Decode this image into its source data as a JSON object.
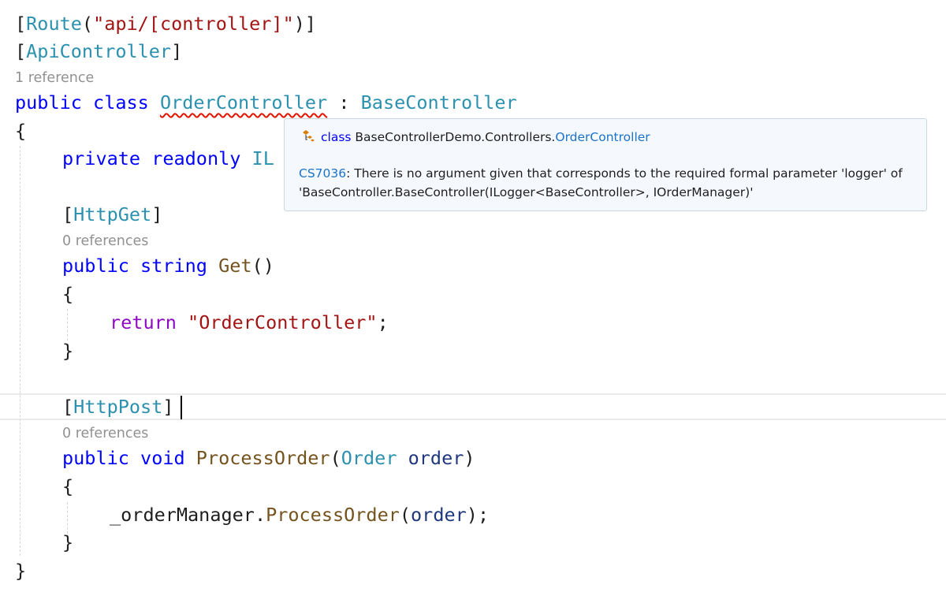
{
  "code": {
    "route_attr": {
      "open": "[",
      "name": "Route",
      "paren_open": "(",
      "value": "\"api/[controller]\"",
      "paren_close": ")",
      "close": "]"
    },
    "apicontroller_attr": {
      "open": "[",
      "name": "ApiController",
      "close": "]"
    },
    "class_lens": "1 reference",
    "class_decl": {
      "kw_public": "public",
      "kw_class": "class",
      "name": "OrderController",
      "colon": ":",
      "base": "BaseController"
    },
    "class_open_brace": "{",
    "field_decl": {
      "kw_private": "private",
      "kw_readonly": "readonly",
      "partial_type": "IL"
    },
    "get_attr": {
      "open": "[",
      "name": "HttpGet",
      "close": "]"
    },
    "get_lens": "0 references",
    "get_decl": {
      "kw_public": "public",
      "kw_string": "string",
      "name": "Get",
      "parens": "()"
    },
    "get_open_brace": "{",
    "get_return": {
      "kw_return": "return",
      "value": "\"OrderController\"",
      "semicolon": ";"
    },
    "get_close_brace": "}",
    "post_attr": {
      "open": "[",
      "name": "HttpPost",
      "close": "]"
    },
    "post_lens": "0 references",
    "post_decl": {
      "kw_public": "public",
      "kw_void": "void",
      "name": "ProcessOrder",
      "paren_open": "(",
      "param_type": "Order",
      "param_name": "order",
      "paren_close": ")"
    },
    "post_open_brace": "{",
    "post_call": {
      "target": "_orderManager",
      "dot": ".",
      "method": "ProcessOrder",
      "paren_open": "(",
      "arg": "order",
      "paren_close": ")",
      "semicolon": ";"
    },
    "post_close_brace": "}",
    "class_close_brace": "}"
  },
  "tooltip": {
    "icon": "class-icon",
    "kind": "class",
    "namespace": "BaseControllerDemo.Controllers.",
    "class_name": "OrderController",
    "error_code": "CS7036",
    "message_line1": ": There is no argument given that corresponds to the required formal parameter 'logger' of",
    "message_line2": "'BaseController.BaseController(ILogger<BaseController>, IOrderManager)'"
  },
  "colors": {
    "keyword": "#0000ff",
    "control_keyword": "#8f08c4",
    "type": "#2b91af",
    "string": "#a31515",
    "method": "#74531f",
    "parameter": "#1f377f",
    "error_squiggle": "#e51400",
    "tooltip_link": "#1a73c8"
  }
}
